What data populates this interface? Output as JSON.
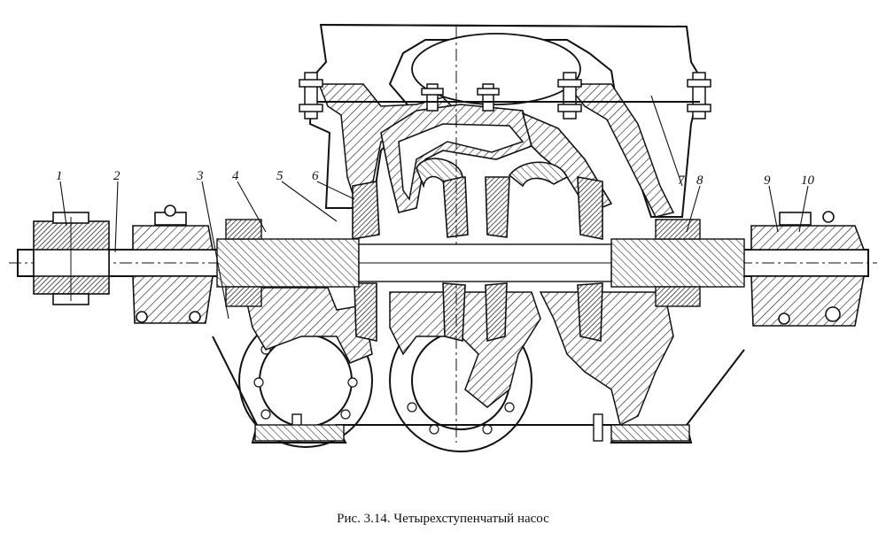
{
  "figure": {
    "caption": "Рис. 3.14. Четырехступенчатый насос",
    "callouts": [
      "1",
      "2",
      "3",
      "4",
      "5",
      "6",
      "7",
      "8",
      "9",
      "10"
    ]
  },
  "colors": {
    "ink": "#111111",
    "paper": "#ffffff",
    "hatch": "#222222"
  }
}
